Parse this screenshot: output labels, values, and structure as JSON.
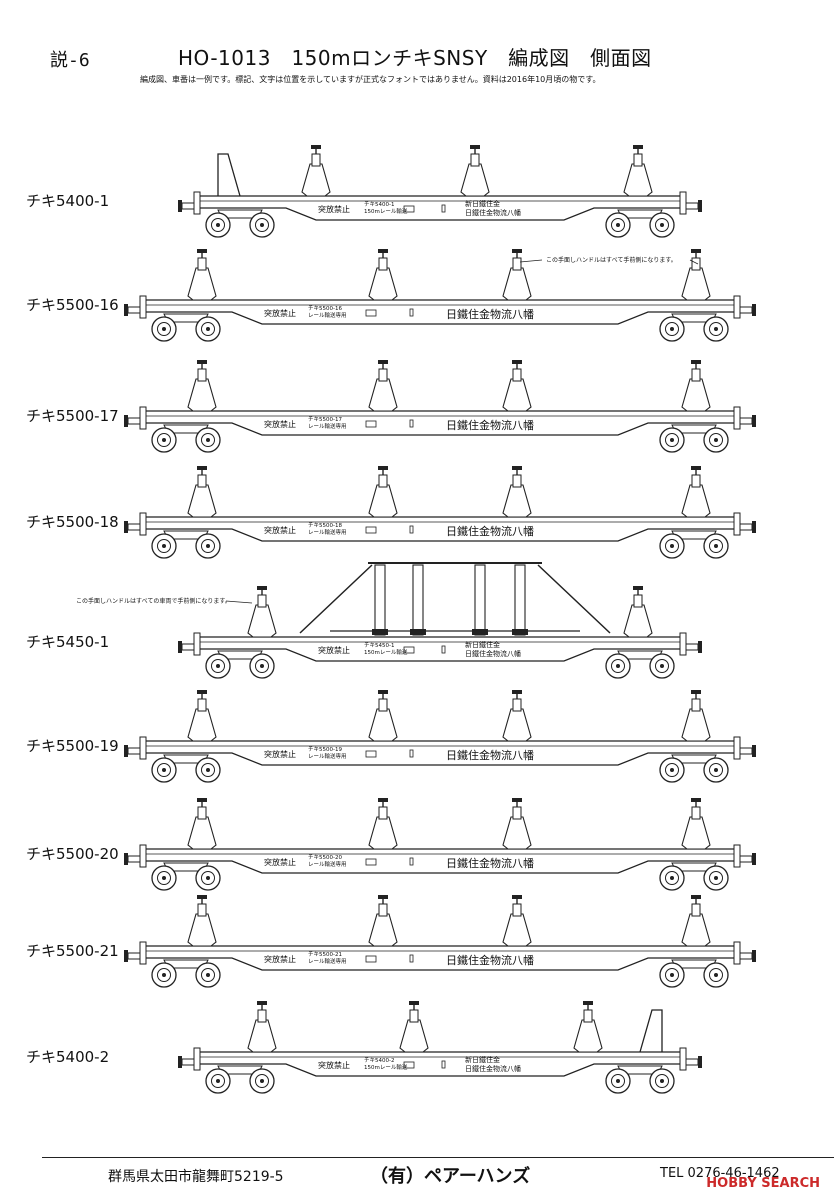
{
  "header": {
    "doc_number": "説-6",
    "title": "HO-1013　150mロンチキSNSY　編成図　側面図",
    "note": "編成図、車番は一例です。標記、文字は位置を示していますが正式なフォントではありません。資料は2016年10月頃の物です。"
  },
  "cars": [
    {
      "label": "チキ5400-1",
      "type": "end",
      "end_side": "left",
      "car_number": "チキ5400-1",
      "sub_line": "150mレール輸送",
      "company": [
        "新日鐵住金",
        "日鐵住金物流八幡"
      ],
      "no_entry": "突放禁止"
    },
    {
      "label": "チキ5500-16",
      "type": "middle",
      "car_number": "チキ5500-16",
      "sub_line": "レール輸送専用",
      "company": [
        "日鐵住金物流八幡"
      ],
      "no_entry": "突放禁止",
      "annotation": "この手面しハンドルはすべて手前側になります。"
    },
    {
      "label": "チキ5500-17",
      "type": "middle",
      "car_number": "チキ5500-17",
      "sub_line": "レール輸送専用",
      "company": [
        "日鐵住金物流八幡"
      ],
      "no_entry": "突放禁止"
    },
    {
      "label": "チキ5500-18",
      "type": "middle",
      "car_number": "チキ5500-18",
      "sub_line": "レール輸送専用",
      "company": [
        "日鐵住金物流八幡"
      ],
      "no_entry": "突放禁止"
    },
    {
      "label": "チキ5450-1",
      "type": "center",
      "car_number": "チキ5450-1",
      "sub_line": "150mレール輸送",
      "company": [
        "新日鐵住金",
        "日鐵住金物流八幡"
      ],
      "no_entry": "突放禁止",
      "annotation": "この手面しハンドルはすべての車両で手前側になります。"
    },
    {
      "label": "チキ5500-19",
      "type": "middle",
      "car_number": "チキ5500-19",
      "sub_line": "レール輸送専用",
      "company": [
        "日鐵住金物流八幡"
      ],
      "no_entry": "突放禁止"
    },
    {
      "label": "チキ5500-20",
      "type": "middle",
      "car_number": "チキ5500-20",
      "sub_line": "レール輸送専用",
      "company": [
        "日鐵住金物流八幡"
      ],
      "no_entry": "突放禁止"
    },
    {
      "label": "チキ5500-21",
      "type": "middle",
      "car_number": "チキ5500-21",
      "sub_line": "レール輸送専用",
      "company": [
        "日鐵住金物流八幡"
      ],
      "no_entry": "突放禁止"
    },
    {
      "label": "チキ5400-2",
      "type": "end",
      "end_side": "right",
      "car_number": "チキ5400-2",
      "sub_line": "150mレール輸送",
      "company": [
        "新日鐵住金",
        "日鐵住金物流八幡"
      ],
      "no_entry": "突放禁止"
    }
  ],
  "footer": {
    "address": "群馬県太田市龍舞町5219-5",
    "company": "（有）ペアーハンズ",
    "tel": "TEL 0276-46-1462"
  },
  "watermark": "HOBBY SEARCH"
}
